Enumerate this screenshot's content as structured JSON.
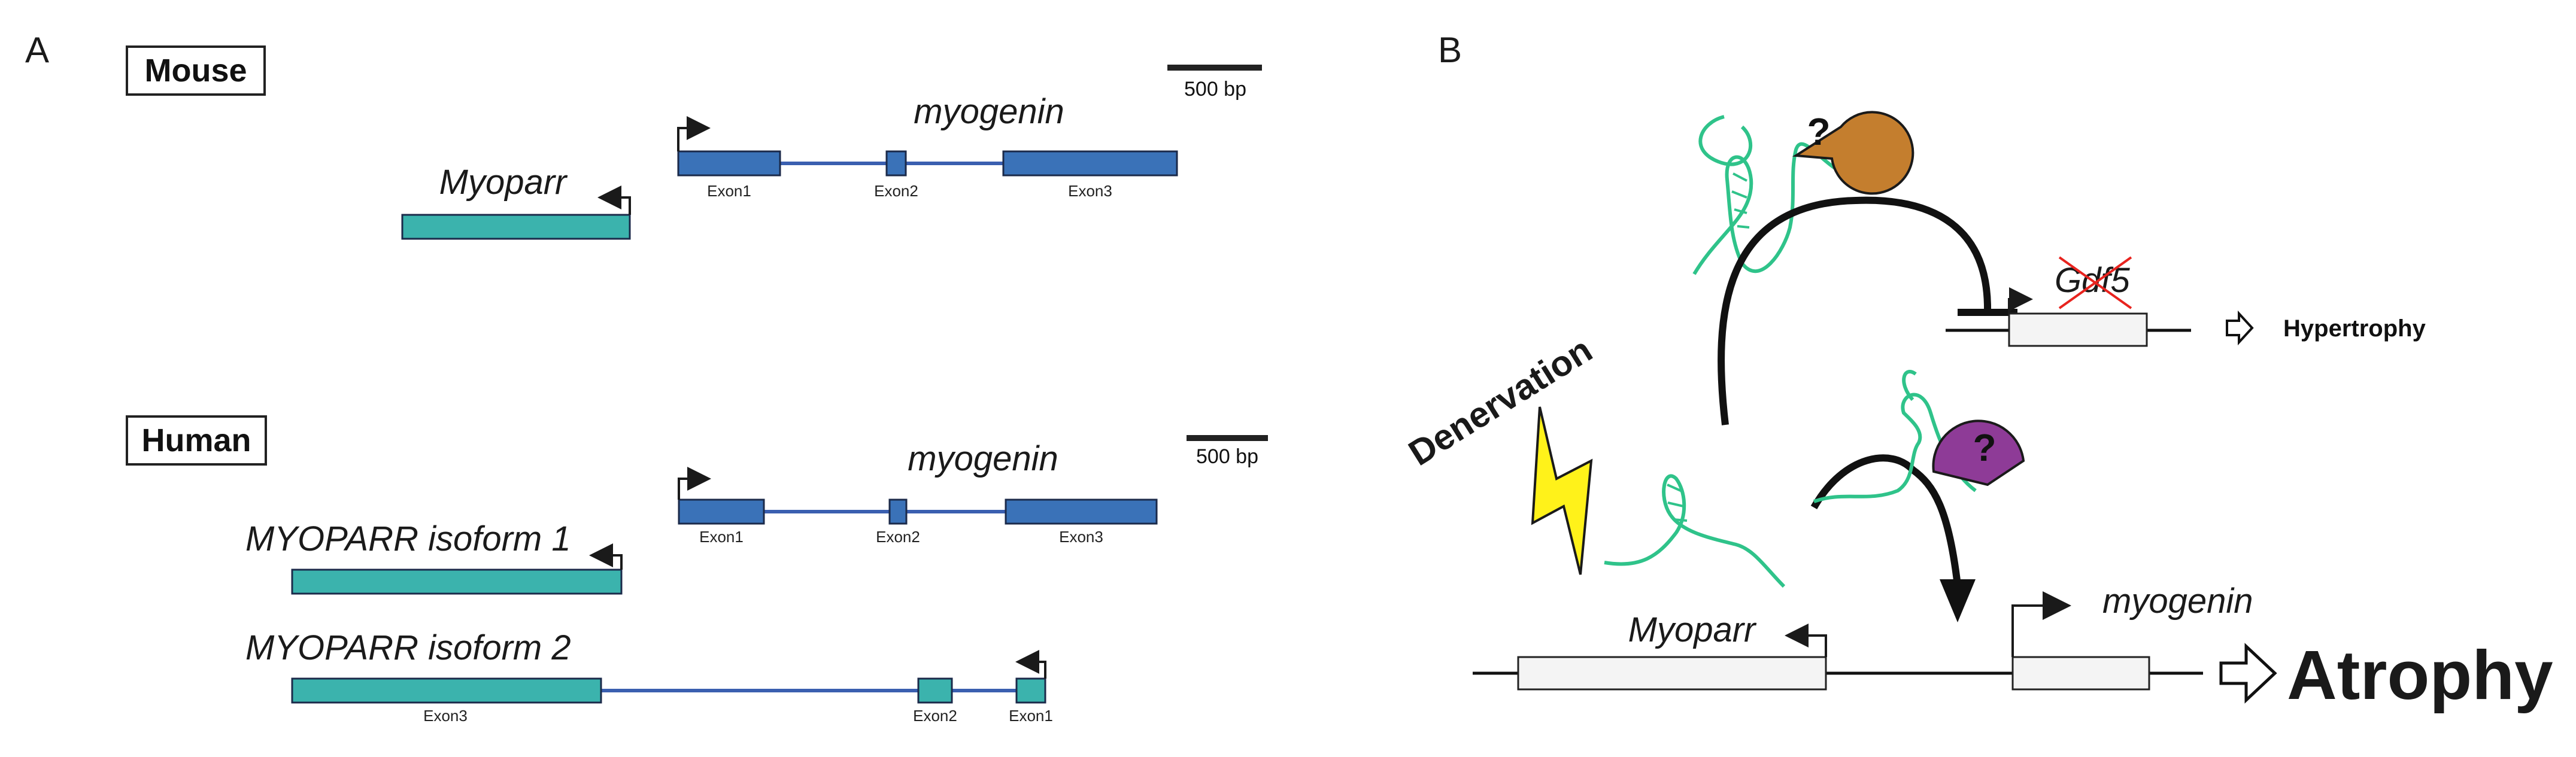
{
  "panel_a": {
    "label": "A",
    "mouse": {
      "title": "Mouse",
      "scale_label": "500 bp",
      "myogenin_label": "myogenin",
      "exon_labels": [
        "Exon1",
        "Exon2",
        "Exon3"
      ],
      "lnc_label": "Myoparr"
    },
    "human": {
      "title": "Human",
      "scale_label": "500 bp",
      "myogenin_label": "myogenin",
      "exon_labels": [
        "Exon1",
        "Exon2",
        "Exon3"
      ],
      "isoform1_label": "MYOPARR isoform 1",
      "isoform2_label": "MYOPARR isoform 2",
      "isoform2_exon_labels": [
        "Exon3",
        "Exon2",
        "Exon1"
      ]
    }
  },
  "panel_b": {
    "label": "B",
    "denervation_label": "Denervation",
    "gdf5_label": "Gdf5",
    "hypertrophy_label": "Hypertrophy",
    "myoparr_label": "Myoparr",
    "myogenin_label": "myogenin",
    "atrophy_label": "Atrophy",
    "unknown_factor_symbol": "?"
  },
  "colors": {
    "exon_blue": "#3a72b8",
    "lnc_teal": "#3bb3ad",
    "rna_green": "#2fc38a",
    "protein_orange": "#c47e2e",
    "protein_purple": "#8e3b97",
    "lightning_yellow": "#fff21a",
    "cross_red": "#e8231e"
  }
}
